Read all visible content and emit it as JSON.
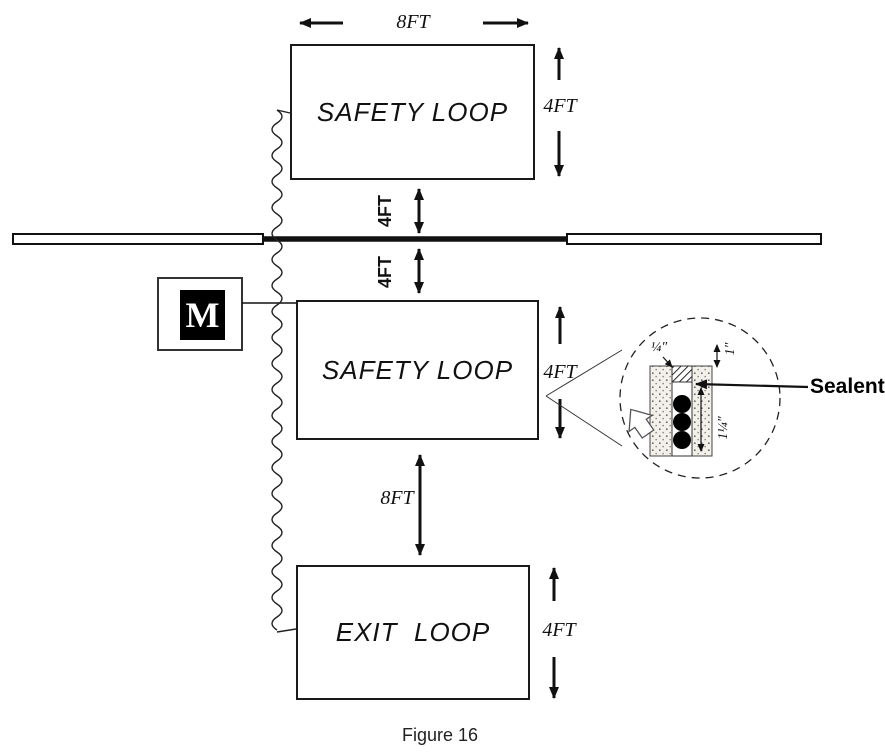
{
  "figure": {
    "caption": "Figure 16"
  },
  "gate": {
    "motor_label": "M"
  },
  "loops": {
    "top": {
      "label": "SAFETY LOOP",
      "width_dim": "8FT",
      "height_dim": "4FT"
    },
    "middle": {
      "label": "SAFETY LOOP",
      "height_dim": "4FT"
    },
    "exit": {
      "label": "EXIT  LOOP",
      "height_dim": "4FT"
    }
  },
  "dims": {
    "gate_to_top_loop": "4FT",
    "gate_to_middle_loop": "4FT",
    "middle_to_exit": "8FT"
  },
  "detail": {
    "sealant_label": "Sealent",
    "saw_cut_width": "¼″",
    "sealant_depth": "1″",
    "wire_depth": "1¼″"
  },
  "colors": {
    "line": "#111111",
    "background": "#ffffff"
  }
}
